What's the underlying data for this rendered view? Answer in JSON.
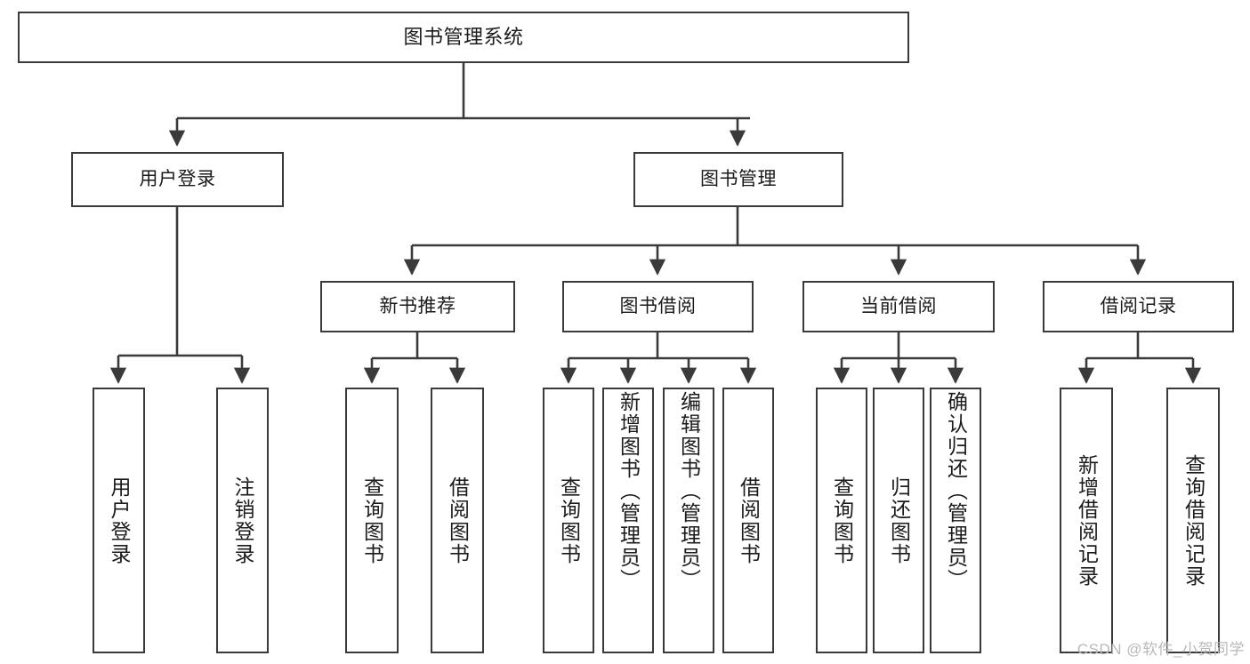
{
  "diagram": {
    "title": "图书管理系统",
    "watermark": "CSDN @软件_小贺同学",
    "line_color": "#3a3a3a",
    "box_fill": "#ffffff",
    "text_color": "#1b1b1b",
    "watermark_color": "#b9b9b9",
    "root": {
      "label": "图书管理系统"
    },
    "level2": [
      {
        "label": "用户登录"
      },
      {
        "label": "图书管理"
      }
    ],
    "level3": [
      {
        "label": "新书推荐"
      },
      {
        "label": "图书借阅"
      },
      {
        "label": "当前借阅"
      },
      {
        "label": "借阅记录"
      }
    ],
    "leaves": {
      "user_login": [
        {
          "label": "用户登录"
        },
        {
          "label": "注销登录"
        }
      ],
      "new_book": [
        {
          "label": "查询图书"
        },
        {
          "label": "借阅图书"
        }
      ],
      "borrow_book": [
        {
          "label": "查询图书"
        },
        {
          "label": "新增图书（管理员）"
        },
        {
          "label": "编辑图书（管理员）"
        },
        {
          "label": "借阅图书"
        }
      ],
      "current_borrow": [
        {
          "label": "查询图书"
        },
        {
          "label": "归还图书"
        },
        {
          "label": "确认归还（管理员）"
        }
      ],
      "borrow_record": [
        {
          "label": "新增借阅记录"
        },
        {
          "label": "查询借阅记录"
        }
      ]
    }
  }
}
